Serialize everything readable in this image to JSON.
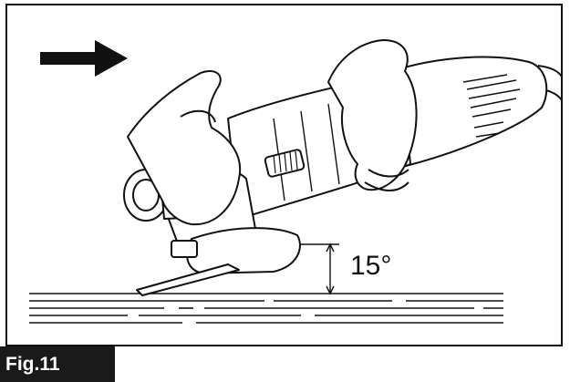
{
  "figure": {
    "label": "Fig.11",
    "angle_text": "15°"
  },
  "icons": {
    "direction_arrow": "right-arrow-icon",
    "tool": "angle-grinder-illustration"
  }
}
